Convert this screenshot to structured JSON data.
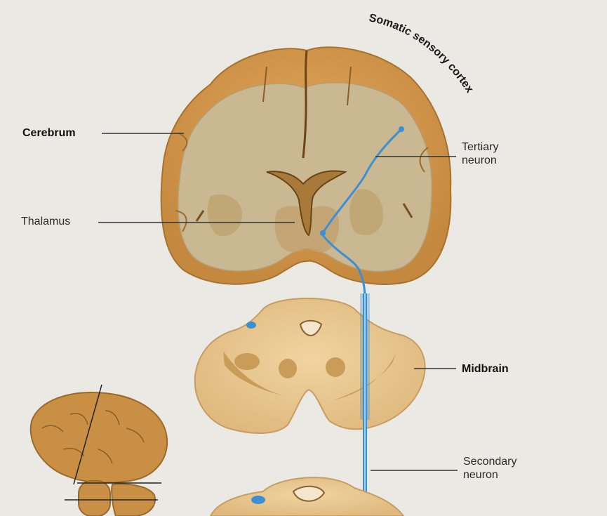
{
  "labels": {
    "somatic_sensory_cortex": "Somatic sensory cortex",
    "cerebrum": "Cerebrum",
    "tertiary_neuron_line1": "Tertiary",
    "tertiary_neuron_line2": "neuron",
    "thalamus": "Thalamus",
    "midbrain": "Midbrain",
    "secondary_neuron_line1": "Secondary",
    "secondary_neuron_line2": "neuron"
  },
  "colors": {
    "background": "#ebe9e4",
    "cortex": "#c98f44",
    "white_matter": "#c5b48e",
    "nuclei": "#b89458",
    "midbrain_tissue": "#e6c794",
    "neuron_pathway": "#3d8fd4",
    "leader_line": "#333333"
  }
}
